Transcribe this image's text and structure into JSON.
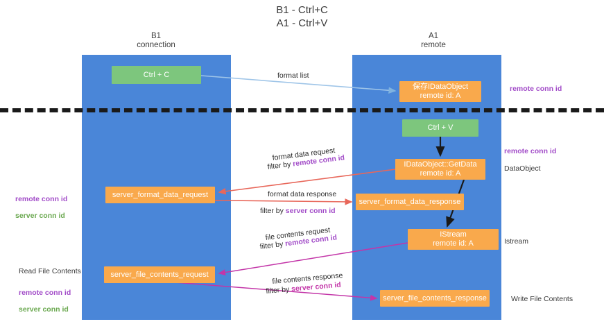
{
  "title": "B1 - Ctrl+C\nA1 - Ctrl+V",
  "columns": {
    "left": "B1\nconnection",
    "right": "A1\nremote"
  },
  "colors": {
    "lane": "#4a86d8",
    "green_box": "#7dc67d",
    "orange_box": "#f9a94c",
    "remote_conn_id": "#a24cc8",
    "server_conn_id_left": "#6aa84f",
    "server_conn_id_mid": "#a24cc8",
    "arrow_format_list": "#9fc5e8",
    "arrow_format_data": "#e8675a",
    "arrow_file_contents": "#c335a8",
    "arrow_internal": "#1a1a1a",
    "separator": "#1a1a1a"
  },
  "boxes": {
    "ctrl_c": "Ctrl + C",
    "idataobject": "保存IDataObject\nremote id: A",
    "ctrl_v": "Ctrl + V",
    "getdata": "IDataObject::GetData\nremote id: A",
    "server_format_data_request": "server_format_data_request",
    "server_format_data_response": "server_format_data_response",
    "istream": "IStream\nremote id: A",
    "server_file_contents_request": "server_file_contents_request",
    "server_file_contents_response": "server_file_contents_response"
  },
  "side_labels": {
    "remote_conn_id_top": "remote conn id",
    "remote_conn_id_mid": "remote conn id",
    "dataobject": "DataObject",
    "istream": "Istream",
    "write_file_contents": "Write File Contents",
    "read_file_contents": "Read File Contents",
    "left_ids": "remote conn id\nserver conn id"
  },
  "edges": {
    "format_list": "format list",
    "format_data_request": "format data request",
    "format_data_request_filter_prefix": "filter by ",
    "format_data_request_filter_key": "remote conn id",
    "format_data_response": "format data response",
    "format_data_response_filter_prefix": "filter by ",
    "format_data_response_filter_key": "server conn id",
    "file_contents_request": "file contents request",
    "file_contents_request_filter_prefix": "filter by ",
    "file_contents_request_filter_key": "remote conn id",
    "file_contents_response": "file contents response",
    "file_contents_response_filter_prefix": "filter by ",
    "file_contents_response_filter_key": "server conn id"
  }
}
